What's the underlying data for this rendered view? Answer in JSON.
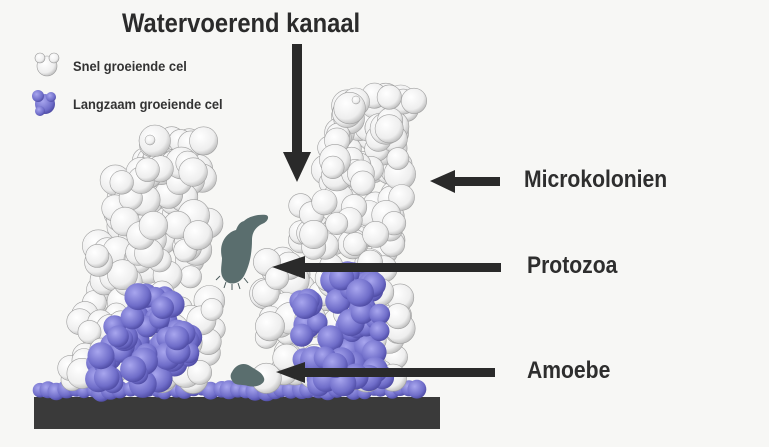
{
  "title": "Watervoerend kanaal",
  "legend": {
    "fast": "Snel groeiende cel",
    "slow": "Langzaam groeiende cel"
  },
  "labels": {
    "microcolonies": "Microkolonien",
    "protozoa": "Protozoa",
    "amoeba": "Amoebe"
  },
  "colors": {
    "fast_cell": "#f2f2f2",
    "slow_cell": "#7a78d0",
    "substrate": "#3a3a3a",
    "organism": "#5a6e6e",
    "arrow": "#2a2a2a"
  },
  "icons": [
    "fast-cell-icon",
    "slow-cell-icon",
    "arrow-icon",
    "protozoa-icon",
    "amoeba-icon"
  ]
}
